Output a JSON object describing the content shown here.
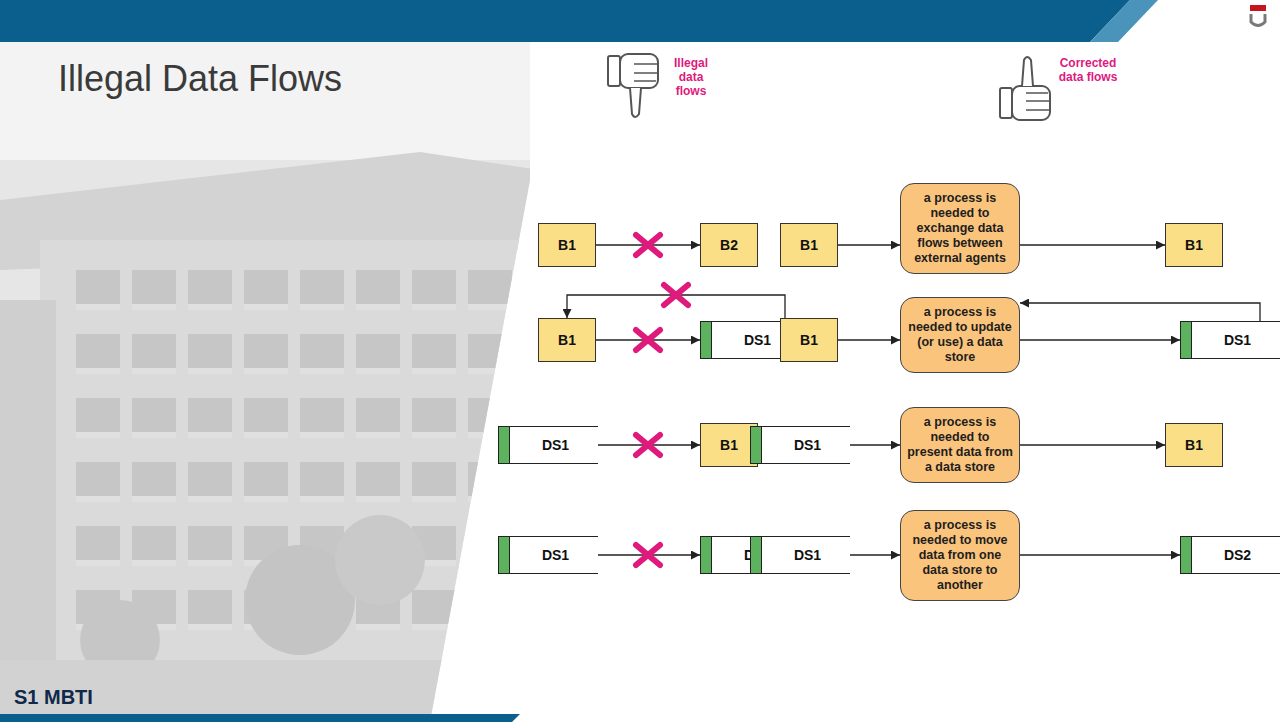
{
  "diagram": {
    "title": "Illegal Data Flows",
    "nodes": [
      {
        "text": [
          "B1"
        ]
      },
      {
        "text": [
          "B2"
        ]
      },
      {
        "text": [
          "B1"
        ]
      },
      {
        "text": [
          "a process is needed to exchange data flows between external agents"
        ]
      },
      {
        "text": [
          "B1"
        ]
      },
      {
        "text": [
          "B1"
        ]
      },
      {
        "text": [
          "DS1"
        ]
      },
      {
        "text": [
          "B1"
        ]
      },
      {
        "text": [
          "a process is needed to update (or use) a data store"
        ]
      },
      {
        "text": [
          "DS1"
        ]
      },
      {
        "text": [
          "DS1"
        ]
      },
      {
        "text": [
          "B1"
        ]
      },
      {
        "text": [
          "DS1"
        ]
      },
      {
        "text": [
          "a process is needed to present data from a data store"
        ]
      },
      {
        "text": [
          "B1"
        ]
      },
      {
        "text": [
          "DS1"
        ]
      },
      {
        "text": [
          "DS2"
        ]
      },
      {
        "text": [
          "DS1"
        ]
      },
      {
        "text": [
          "a process is needed to move data from one data store to another"
        ]
      },
      {
        "text": [
          "DS2"
        ]
      }
    ],
    "edges": [
      {
        "from": 0,
        "to": 1,
        "arrow": "to"
      },
      {
        "from": 2,
        "to": 3,
        "arrow": "to"
      },
      {
        "from": 3,
        "to": 4,
        "arrow": "to"
      },
      {
        "from": 5,
        "to": 6,
        "arrow": "to"
      },
      {
        "from": 6,
        "to": 5,
        "arrow": "to"
      },
      {
        "from": 7,
        "to": 8,
        "arrow": "to"
      },
      {
        "from": 8,
        "to": 9,
        "arrow": "to"
      },
      {
        "from": 9,
        "to": 8,
        "arrow": "to"
      },
      {
        "from": 10,
        "to": 11,
        "arrow": "to"
      },
      {
        "from": 12,
        "to": 13,
        "arrow": "to"
      },
      {
        "from": 13,
        "to": 14,
        "arrow": "to"
      },
      {
        "from": 15,
        "to": 16,
        "arrow": "to"
      },
      {
        "from": 17,
        "to": 18,
        "arrow": "to"
      },
      {
        "from": 18,
        "to": 19,
        "arrow": "to"
      }
    ],
    "labels": [
      "Illegal data flows",
      "Corrected data flows",
      "S1 MBTI"
    ]
  }
}
